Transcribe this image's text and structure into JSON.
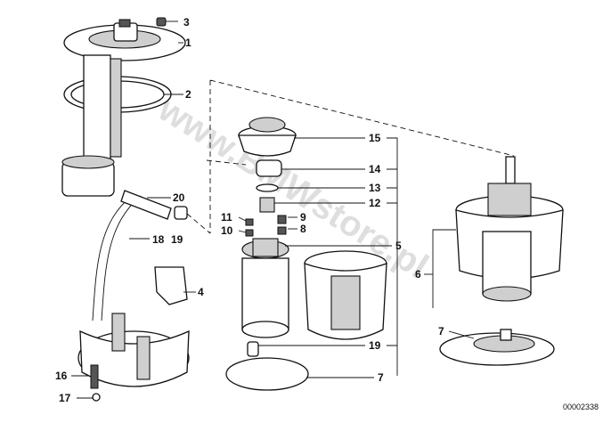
{
  "callouts": {
    "c1": "1",
    "c2": "2",
    "c3": "3",
    "c4": "4",
    "c5": "5",
    "c6": "6",
    "c7a": "7",
    "c7b": "7",
    "c8": "8",
    "c9": "9",
    "c10": "10",
    "c11": "11",
    "c12": "12",
    "c13": "13",
    "c14": "14",
    "c15": "15",
    "c16": "16",
    "c17": "17",
    "c18": "18",
    "c19a": "19",
    "c19b": "19",
    "c20": "20"
  },
  "document_number": "00002338",
  "watermark": "www.BMWstore.pl"
}
